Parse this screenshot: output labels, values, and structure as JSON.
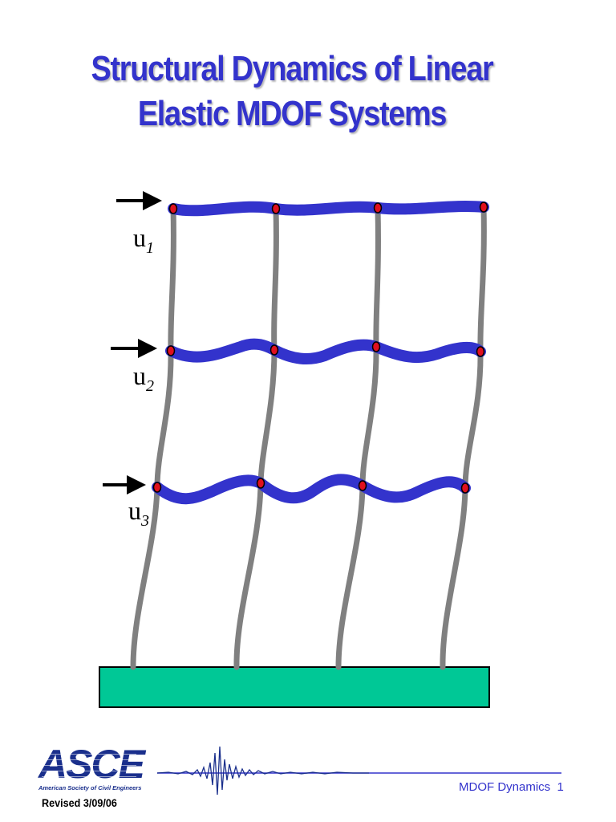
{
  "title": {
    "line1": "Structural Dynamics of Linear",
    "line2": "Elastic MDOF Systems"
  },
  "diagram": {
    "dof_labels": [
      {
        "base": "u",
        "subscript": "1"
      },
      {
        "base": "u",
        "subscript": "2"
      },
      {
        "base": "u",
        "subscript": "3"
      }
    ],
    "colors": {
      "beam": "#3333cc",
      "column": "#808080",
      "node": "#e0101e",
      "ground": "#00c896",
      "arrow": "#000000"
    },
    "floors": 3,
    "column_lines": 4
  },
  "footer": {
    "logo_text": "ASCE",
    "logo_subtitle": "American Society of Civil Engineers",
    "revised": "Revised 3/09/06",
    "page_label": "MDOF Dynamics  1",
    "line_color": "#3333cc"
  }
}
